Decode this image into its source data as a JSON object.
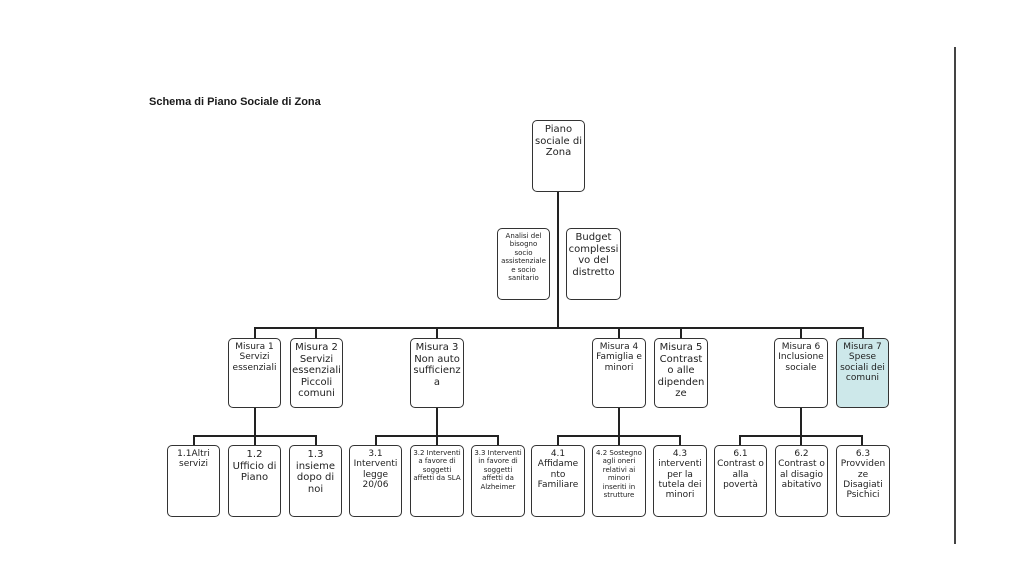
{
  "title": "Schema di Piano Sociale di Zona",
  "root": "Piano sociale di Zona",
  "analysis": "Analisi del bisogno socio assistenziale e socio sanitario",
  "budget": "Budget complessi vo del distretto",
  "misure": [
    "Misura 1 Servizi essenziali",
    "Misura 2 Servizi essenziali Piccoli comuni",
    "Misura 3 Non auto sufficienz a",
    "Misura 4 Famiglia e minori",
    "Misura 5 Contrast o alle dipenden ze",
    "Misura 6 Inclusione sociale",
    "Misura 7 Spese sociali dei comuni"
  ],
  "sub": [
    "1.1Altri servizi",
    "1.2 Ufficio di Piano",
    "1.3 insieme dopo di noi",
    "3.1 Interventi legge 20/06",
    "3.2 Interventi a favore di soggetti affetti da SLA",
    "3.3 Interventi in favore di soggetti affetti da Alzheimer",
    "4.1 Affidame nto Familiare",
    "4.2 Sostegno agli oneri relativi ai minori inseriti in strutture",
    "4.3 interventi per la tutela dei minori",
    "6.1 Contrast o alla povertà",
    "6.2 Contrast o al disagio abitativo",
    "6.3 Provviden ze Disagiati Psichici"
  ],
  "colors": {
    "highlight": "#cde8ea",
    "line": "#222222"
  }
}
